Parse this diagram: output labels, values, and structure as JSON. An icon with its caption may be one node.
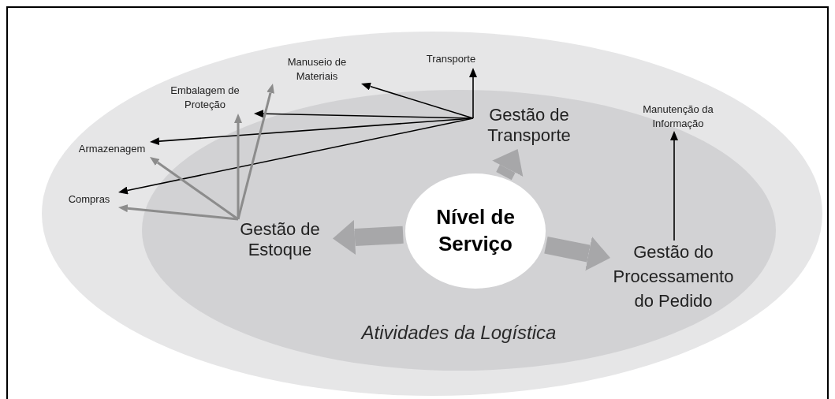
{
  "diagram": {
    "nodes": [
      {
        "text": [],
        "shape": "ellipse"
      },
      {
        "text": [
          "Atividades da Logística"
        ],
        "in": 0
      },
      {
        "text": [
          "Nível de Serviço"
        ],
        "in": 1
      },
      {
        "text": [
          "Gestão de Transporte"
        ],
        "in": 1
      },
      {
        "text": [
          "Gestão de Estoque"
        ],
        "in": 1
      },
      {
        "text": [
          "Gestão do Processamento do Pedido"
        ],
        "in": 1
      },
      {
        "text": [
          "Transporte"
        ],
        "in": 0
      },
      {
        "text": [
          "Manuseio de Materiais"
        ],
        "in": 0
      },
      {
        "text": [
          "Embalagem de Proteção"
        ],
        "in": 0
      },
      {
        "text": [
          "Armazenagem"
        ],
        "in": 0
      },
      {
        "text": [
          "Compras"
        ],
        "in": 0
      },
      {
        "text": [
          "Manutenção da Informação"
        ],
        "in": 1
      }
    ],
    "edges": [
      {
        "from": 2,
        "to": 3,
        "arrow": "to",
        "style": "thick",
        "color": "#a7a7a9"
      },
      {
        "from": 2,
        "to": 4,
        "arrow": "to",
        "style": "thick",
        "color": "#a7a7a9"
      },
      {
        "from": 2,
        "to": 5,
        "arrow": "to",
        "style": "thick",
        "color": "#a7a7a9"
      },
      {
        "from": 3,
        "to": 6,
        "arrow": "to"
      },
      {
        "from": 3,
        "to": 7,
        "arrow": "to"
      },
      {
        "from": 3,
        "to": 8,
        "arrow": "to"
      },
      {
        "from": 3,
        "to": 9,
        "arrow": "to"
      },
      {
        "from": 3,
        "to": 10,
        "arrow": "to"
      },
      {
        "from": 4,
        "to": 7,
        "arrow": "to",
        "color": "#8c8c8c"
      },
      {
        "from": 4,
        "to": 8,
        "arrow": "to",
        "color": "#8c8c8c"
      },
      {
        "from": 4,
        "to": 9,
        "arrow": "to",
        "color": "#8c8c8c"
      },
      {
        "from": 4,
        "to": 10,
        "arrow": "to",
        "color": "#8c8c8c"
      },
      {
        "from": 5,
        "to": 11,
        "arrow": "to"
      }
    ]
  }
}
